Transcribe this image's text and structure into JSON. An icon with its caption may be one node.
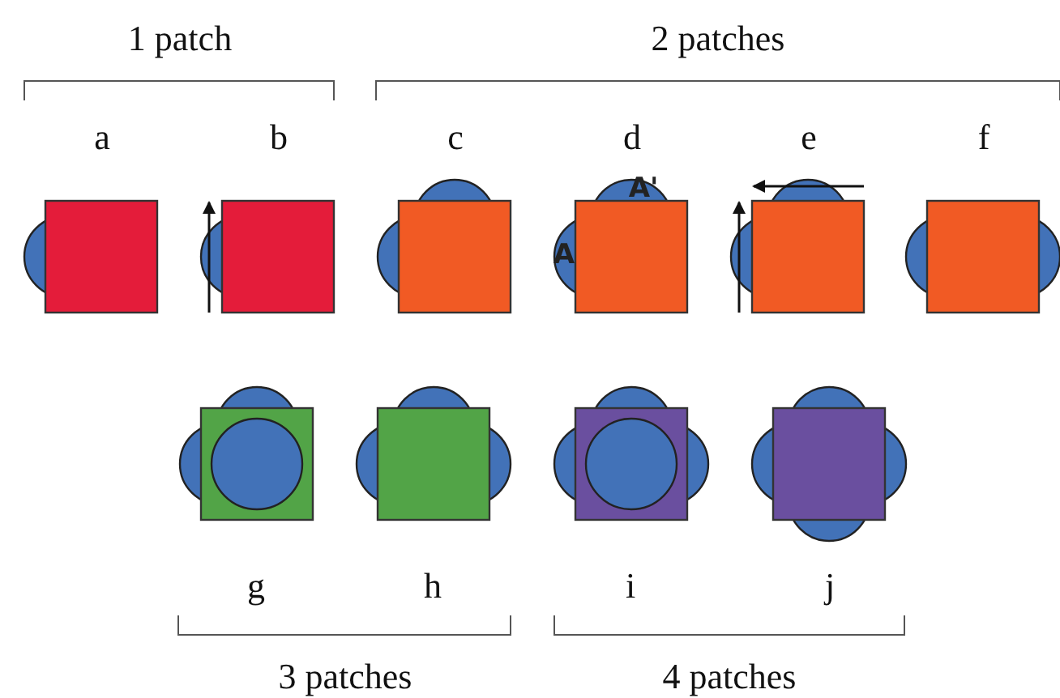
{
  "diagram": {
    "labels": [
      "1 patch",
      "2 patches",
      "a",
      "b",
      "c",
      "d",
      "e",
      "f",
      "A'",
      "A",
      "g",
      "h",
      "i",
      "j",
      "3 patches",
      "4 patches"
    ]
  }
}
